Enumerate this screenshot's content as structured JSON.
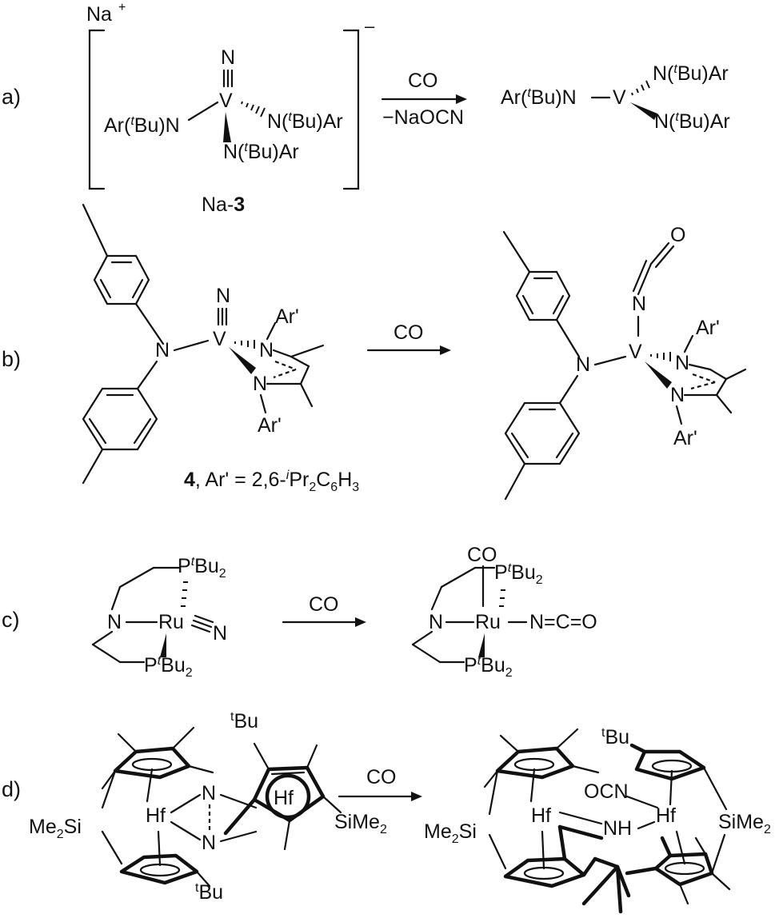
{
  "panels": {
    "a": "a)",
    "b": "b)",
    "c": "c)",
    "d": "d)"
  },
  "reagents": {
    "a_top": "CO",
    "a_bottom": "−NaOCN",
    "b_top": "CO",
    "c_top": "CO",
    "d_top": "CO"
  },
  "panel_a": {
    "counter_ion": "Na",
    "counter_charge": "+",
    "complex_charge": "–",
    "nitride_n": "N",
    "metal": "V",
    "amide_left": "Ar(",
    "amide_left_t": "t",
    "amide_left_end": "Bu)N",
    "amide_right": "N(",
    "amide_right_t": "t",
    "amide_right_end": "Bu)Ar",
    "amide_bottom": "N(",
    "amide_bottom_t": "t",
    "amide_bottom_end": "Bu)Ar",
    "compound_prefix": "Na-",
    "compound_number": "3",
    "product_left": "Ar(",
    "product_left_t": "t",
    "product_left_end": "Bu)N",
    "product_metal": "V",
    "product_top": "N(",
    "product_top_t": "t",
    "product_top_end": "Bu)Ar",
    "product_bottom": "N(",
    "product_bottom_t": "t",
    "product_bottom_end": "Bu)Ar"
  },
  "panel_b": {
    "nitride_n": "N",
    "metal": "V",
    "amide_n": "N",
    "ligand_n1": "N",
    "ligand_n2": "N",
    "ar_top": "Ar'",
    "ar_bottom": "Ar'",
    "compound_number": "4",
    "compound_def": ", Ar' = 2,6-",
    "compound_def_i": "i",
    "compound_def_pr": "Pr",
    "compound_def_2": "2",
    "compound_def_c": "C",
    "compound_def_6": "6",
    "compound_def_h": "H",
    "compound_def_3": "3",
    "product_o": "O",
    "product_n_iso": "N",
    "product_metal": "V",
    "product_amide_n": "N",
    "product_ligand_n1": "N",
    "product_ligand_n2": "N",
    "product_ar_top": "Ar'",
    "product_ar_bottom": "Ar'"
  },
  "panel_c": {
    "p_top": "P",
    "p_top_t": "t",
    "p_top_bu": "Bu",
    "p_top_2": "2",
    "amine_n": "N",
    "metal": "Ru",
    "nitride_n": "N",
    "p_bottom": "P",
    "p_bottom_t": "t",
    "p_bottom_bu": "Bu",
    "p_bottom_2": "2",
    "product_co": "CO",
    "product_p_top": "P",
    "product_p_top_t": "t",
    "product_p_top_bu": "Bu",
    "product_p_top_2": "2",
    "product_amine_n": "N",
    "product_metal": "Ru",
    "product_isocyanate": "N=C=O",
    "product_p_bottom": "P",
    "product_p_bottom_t": "t",
    "product_p_bottom_bu": "Bu",
    "product_p_bottom_2": "2"
  },
  "panel_d": {
    "bu_top": "Bu",
    "bu_top_t": "t",
    "si_left": "Me",
    "si_left_2": "2",
    "si_left_si": "Si",
    "hf_left": "Hf",
    "n_top": "N",
    "n_bottom": "N",
    "hf_ring": "Hf",
    "si_right": "SiMe",
    "si_right_2": "2",
    "bu_bottom": "Bu",
    "bu_bottom_t": "t",
    "product_bu_top": "Bu",
    "product_bu_top_t": "t",
    "product_ocn": "OCN",
    "product_si_left": "Me",
    "product_si_left_2": "2",
    "product_si_left_si": "Si",
    "product_hf_left": "Hf",
    "product_hf_right": "Hf",
    "product_nh": "NH",
    "product_si_right": "SiMe",
    "product_si_right_2": "2"
  }
}
